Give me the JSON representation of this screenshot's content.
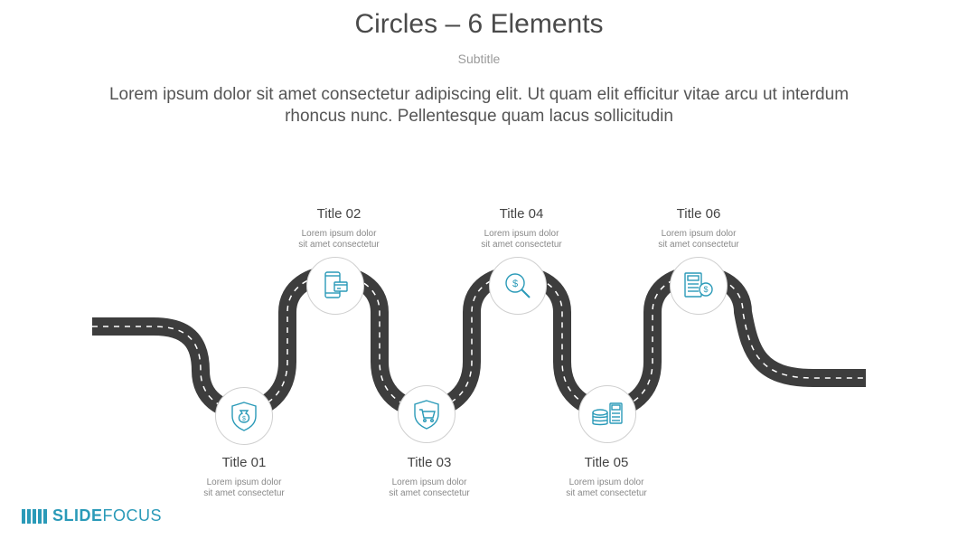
{
  "header": {
    "title": "Circles – 6 Elements",
    "subtitle": "Subtitle",
    "lead": "Lorem ipsum dolor sit amet consectetur adipiscing elit. Ut quam elit efficitur vitae arcu ut interdum rhoncus nunc. Pellentesque quam lacus sollicitudin"
  },
  "steps": [
    {
      "title": "Title 01",
      "desc_line1": "Lorem ipsum dolor",
      "desc_line2": "sit amet consectetur",
      "icon": "money-bag-shield-icon"
    },
    {
      "title": "Title 02",
      "desc_line1": "Lorem ipsum dolor",
      "desc_line2": "sit amet consectetur",
      "icon": "phone-card-icon"
    },
    {
      "title": "Title 03",
      "desc_line1": "Lorem ipsum dolor",
      "desc_line2": "sit amet consectetur",
      "icon": "cart-shield-icon"
    },
    {
      "title": "Title 04",
      "desc_line1": "Lorem ipsum dolor",
      "desc_line2": "sit amet consectetur",
      "icon": "dollar-search-icon"
    },
    {
      "title": "Title 05",
      "desc_line1": "Lorem ipsum dolor",
      "desc_line2": "sit amet consectetur",
      "icon": "coins-calculator-icon"
    },
    {
      "title": "Title 06",
      "desc_line1": "Lorem ipsum dolor",
      "desc_line2": "sit amet consectetur",
      "icon": "calculator-dollar-icon"
    }
  ],
  "brand": {
    "part1": "SLIDE",
    "part2": "FOCUS"
  },
  "colors": {
    "road": "#3d3d3d",
    "road_dash": "#ffffff",
    "icon": "#2a9ab8",
    "brand": "#2a9ab8"
  }
}
